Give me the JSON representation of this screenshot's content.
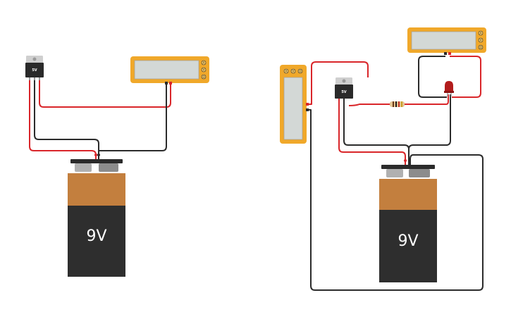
{
  "colors": {
    "wire_red": "#d9262a",
    "wire_black": "#2b2b2b",
    "meter_body": "#f0a82a",
    "meter_screen": "#d3d8d6",
    "battery_top": "#c37f3e",
    "battery_bottom": "#2e2e2e",
    "regulator_body": "#2a2a2a",
    "regulator_tab": "#cfcfcf",
    "led": "#b21c1c",
    "resistor": "#e3c491"
  },
  "circuit_left": {
    "regulator": {
      "label": "5V"
    },
    "battery": {
      "label": "9V"
    },
    "multimeter": {
      "icon": "multimeter-icon",
      "knobs": [
        "A",
        "V",
        "Ω"
      ]
    }
  },
  "circuit_right": {
    "regulator": {
      "label": "5V"
    },
    "battery": {
      "label": "9V"
    },
    "multimeter_top": {
      "icon": "multimeter-icon",
      "knobs": [
        "A",
        "V",
        "Ω"
      ]
    },
    "multimeter_side": {
      "icon": "multimeter-icon",
      "knobs": [
        "A",
        "V",
        "Ω"
      ]
    },
    "led": {
      "icon": "led-icon"
    },
    "resistor": {
      "icon": "resistor-icon"
    }
  }
}
